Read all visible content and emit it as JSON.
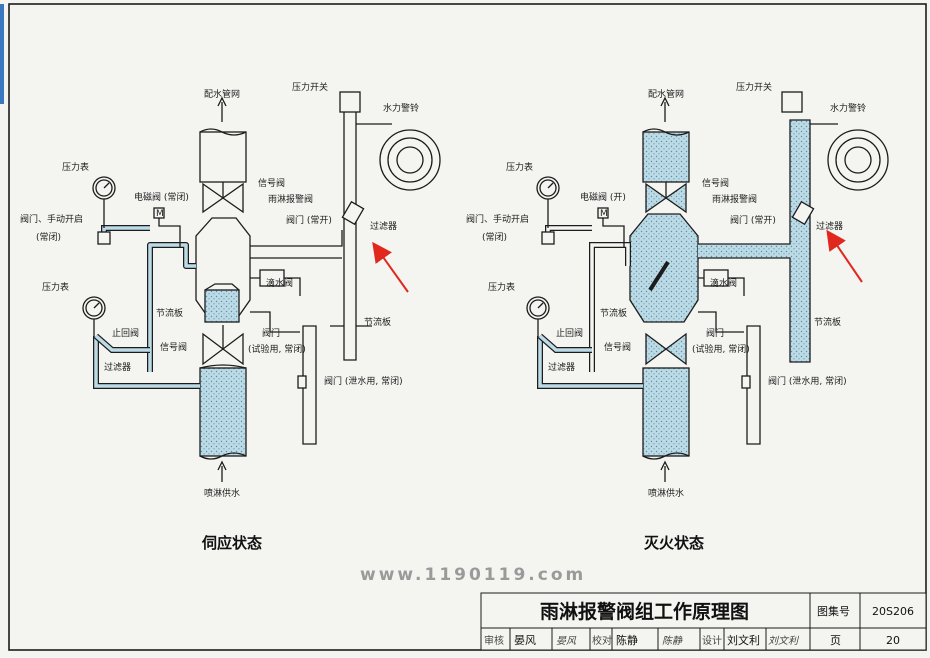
{
  "sheet": {
    "watermark": "www.1190119.com",
    "title_block": {
      "title": "雨淋报警阀组工作原理图",
      "atlas_label": "图集号",
      "atlas_number": "20S206",
      "review_label": "审核",
      "reviewer": "晏风",
      "review_sig": "晏风",
      "check_label": "校对",
      "checker": "陈静",
      "check_sig": "陈静",
      "design_label": "设计",
      "designer": "刘文利",
      "design_sig": "刘文利",
      "page_label": "页",
      "page_number": "20"
    }
  },
  "diagrams": [
    {
      "id": "standby",
      "caption": "伺应状态",
      "labels": {
        "outlet": "配水管网",
        "pressure_switch": "压力开关",
        "water_bell": "水力警铃",
        "signal_valve_top": "信号阀",
        "deluge_valve": "雨淋报警阀",
        "valve_open": "阀门 (常开)",
        "strainer_right": "过滤器",
        "gauge_top": "压力表",
        "solenoid": "电磁阀 (常闭)",
        "manual_valve_1": "阀门、手动开启",
        "manual_valve_2": "(常闭)",
        "drip_valve": "滴水阀",
        "gauge_bottom": "压力表",
        "orifice_left": "节流板",
        "orifice_right": "节流板",
        "check_valve": "止回阀",
        "signal_valve_bottom": "信号阀",
        "test_valve_1": "阀门",
        "test_valve_2": "(试验用, 常闭)",
        "strainer_left": "过滤器",
        "drain_valve": "阀门 (泄水用, 常闭)",
        "inlet": "喷淋供水"
      }
    },
    {
      "id": "fire",
      "caption": "灭火状态",
      "labels": {
        "outlet": "配水管网",
        "pressure_switch": "压力开关",
        "water_bell": "水力警铃",
        "signal_valve_top": "信号阀",
        "deluge_valve": "雨淋报警阀",
        "valve_open": "阀门 (常开)",
        "strainer_right": "过滤器",
        "gauge_top": "压力表",
        "solenoid": "电磁阀 (开)",
        "manual_valve_1": "阀门、手动开启",
        "manual_valve_2": "(常闭)",
        "drip_valve": "滴水阀",
        "gauge_bottom": "压力表",
        "orifice_left": "节流板",
        "orifice_right": "节流板",
        "check_valve": "止回阀",
        "signal_valve_bottom": "信号阀",
        "test_valve_1": "阀门",
        "test_valve_2": "(试验用, 常闭)",
        "strainer_left": "过滤器",
        "drain_valve": "阀门 (泄水用, 常闭)",
        "inlet": "喷淋供水"
      }
    }
  ],
  "colors": {
    "line": "#1c1c1c",
    "water": "#bcdbe6",
    "arrow": "#e0281e",
    "paper": "#f4f4f1",
    "margin_bar": "#3a78bf"
  },
  "icons": [
    "pressure-gauge-icon",
    "water-bell-icon",
    "solenoid-valve-icon",
    "gate-valve-icon",
    "red-arrow-icon"
  ]
}
